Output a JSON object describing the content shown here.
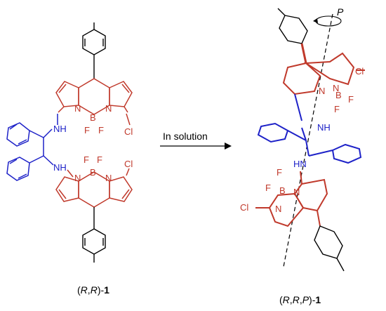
{
  "arrow": {
    "label": "In solution"
  },
  "left_compound": {
    "label": {
      "open": "(",
      "r1": "R",
      "comma": ",",
      "r2": "R",
      "close": ")-",
      "num": "1"
    },
    "atoms": {
      "nh_top": "NH",
      "nh_bottom": "NH",
      "n": "N",
      "b": "B",
      "f": "F",
      "cl": "Cl"
    }
  },
  "right_compound": {
    "label": {
      "open": "(",
      "r1": "R",
      "c1": ",",
      "r2": "R",
      "c2": ",",
      "p": "P",
      "close": ")-",
      "num": "1"
    },
    "helix_label": "P",
    "atoms": {
      "nh_top": "NH",
      "nh_bottom": "HN",
      "n": "N",
      "b": "B",
      "f": "F",
      "cl": "Cl"
    }
  },
  "colors": {
    "bodipy": "#c0392b",
    "diamine": "#1e22c8",
    "methylphenyl": "#000000"
  }
}
